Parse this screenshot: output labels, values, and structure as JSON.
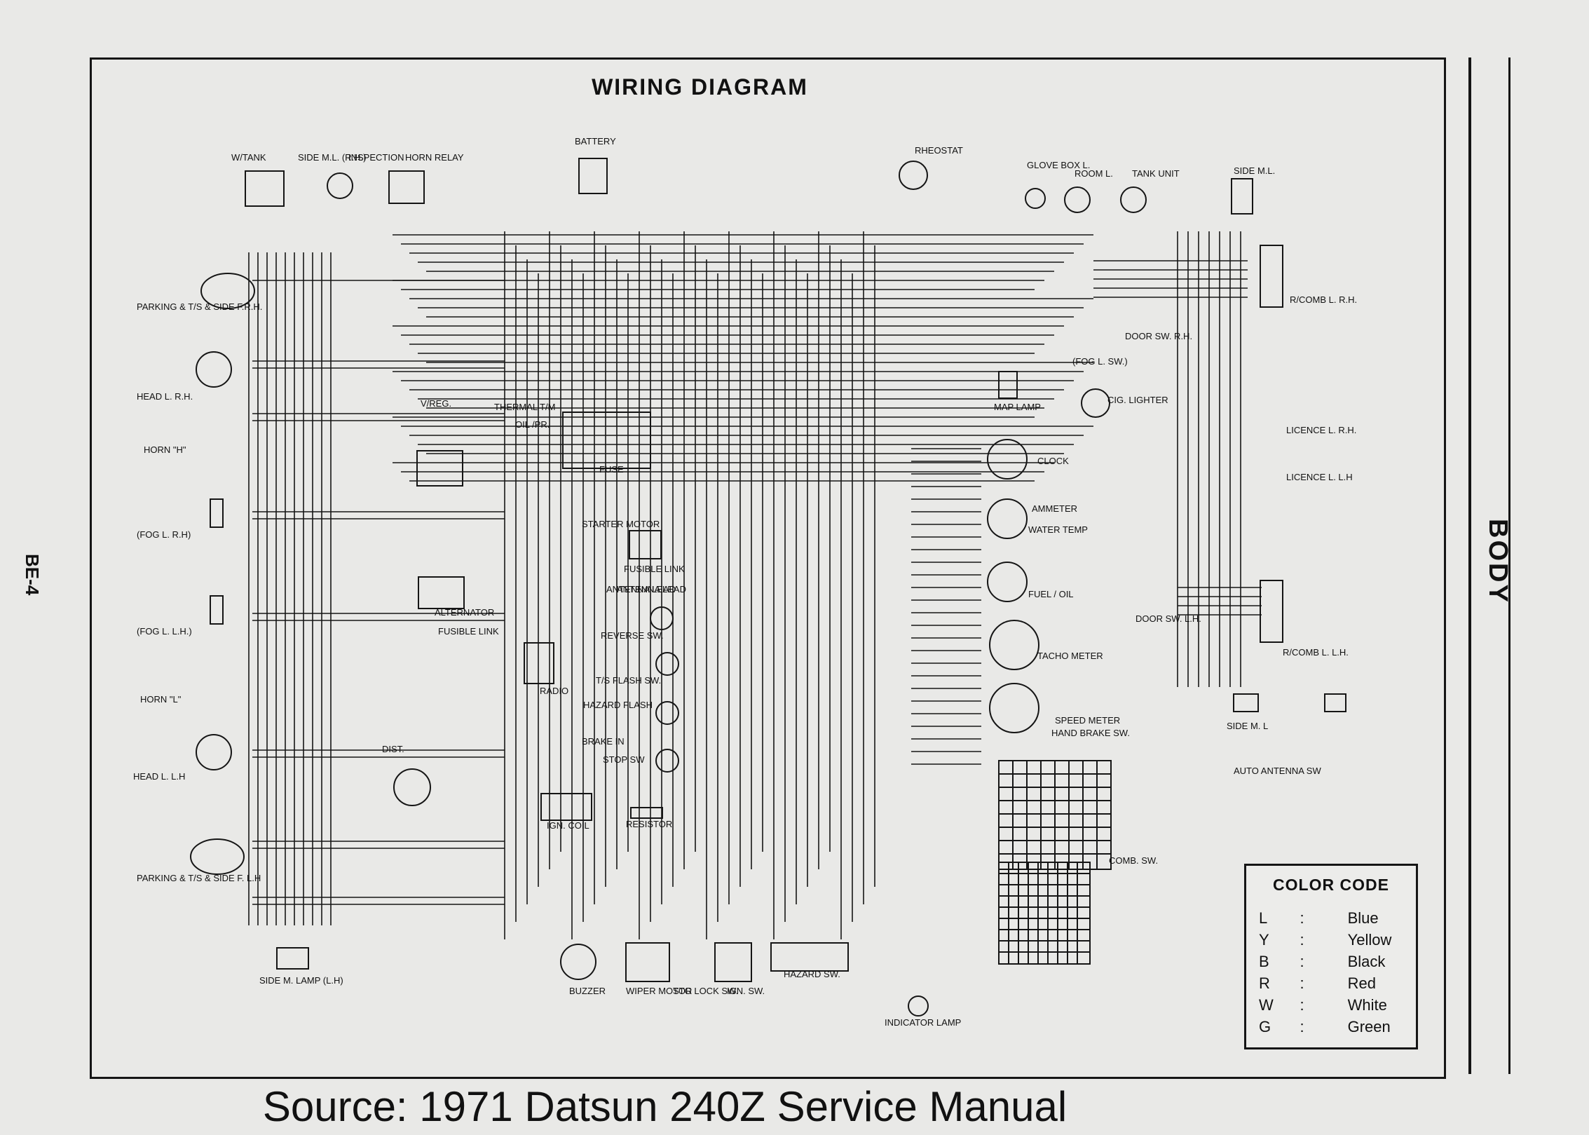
{
  "title": "WIRING DIAGRAM",
  "section": "BODY",
  "page_number": "BE-4",
  "source": "Source: 1971 Datsun 240Z Service Manual",
  "components": [
    "BATTERY",
    "W/TANK",
    "SIDE M.L. (R.H.)",
    "INSPECTION",
    "HORN RELAY",
    "RHEOSTAT",
    "GLOVE BOX L.",
    "ROOM L.",
    "TANK UNIT",
    "SIDE M.L.",
    "PARKING & T/S & SIDE F.R.H.",
    "HEAD L. R.H.",
    "HORN \"H\"",
    "(FOG L. R.H)",
    "(FOG L. L.H.)",
    "HORN \"L\"",
    "HEAD L. L.H",
    "PARKING & T/S & SIDE F. L.H",
    "SIDE M. LAMP (L.H)",
    "V/REG.",
    "THERMAL T/M",
    "OIL /PR.",
    "FUSE",
    "STARTER MOTOR",
    "FUSIBLE LINK",
    "ANTENNA LEAD",
    "ALTERNATOR",
    "FUSIBLE LINK",
    "RADIO",
    "REVERSE SW.",
    "T/S FLASH SW.",
    "HAZARD FLASH",
    "BRAKE IN",
    "STOP SW",
    "DIST.",
    "IGN. COIL",
    "RESISTOR",
    "BUZZER",
    "WIPER MOTOR",
    "STG LOCK SW.",
    "IGN. SW.",
    "HAZARD SW.",
    "INDICATOR LAMP",
    "MAP LAMP",
    "CIG. LIGHTER",
    "(FOG L. SW.)",
    "DOOR SW. R.H.",
    "CLOCK",
    "AMMETER",
    "WATER TEMP",
    "FUEL / OIL",
    "TACHO METER",
    "SPEED METER",
    "HAND BRAKE SW.",
    "DOOR SW. L.H.",
    "COMB. SW.",
    "LICENCE L. R.H.",
    "LICENCE L. L.H",
    "R/COMB L. R.H.",
    "R/COMB L. L.H.",
    "SIDE M. L",
    "AUTO ANTENNA SW",
    "ANTENNA LEAD"
  ],
  "color_code": {
    "heading": "COLOR CODE",
    "entries": [
      {
        "code": "L",
        "sep": ":",
        "name": "Blue"
      },
      {
        "code": "Y",
        "sep": ":",
        "name": "Yellow"
      },
      {
        "code": "B",
        "sep": ":",
        "name": "Black"
      },
      {
        "code": "R",
        "sep": ":",
        "name": "Red"
      },
      {
        "code": "W",
        "sep": ":",
        "name": "White"
      },
      {
        "code": "G",
        "sep": ":",
        "name": "Green"
      }
    ]
  },
  "ink_color": "#151515",
  "paper_color": "#e9e9e7"
}
